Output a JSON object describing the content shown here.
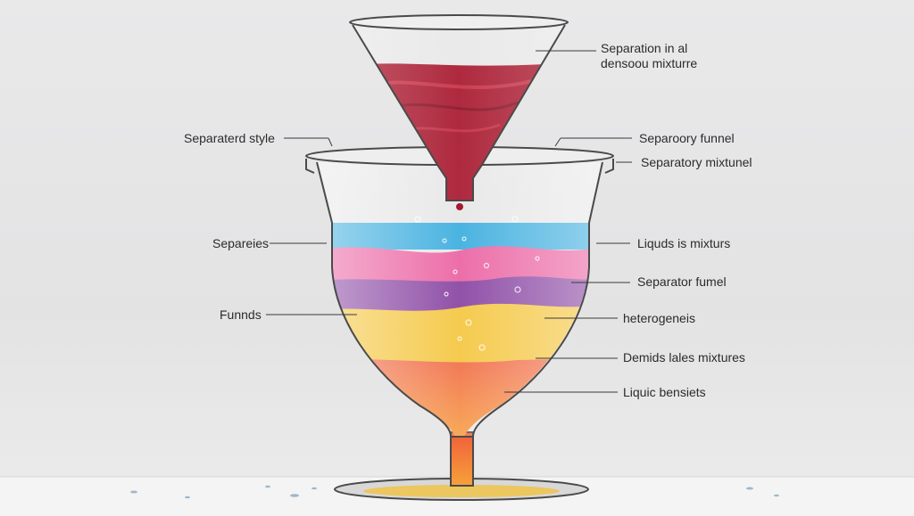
{
  "colors": {
    "background": "#e6e6e7",
    "top_liquid": "#a8182e",
    "layer_blue": "#2ba6db",
    "layer_pink": "#e9559a",
    "layer_purple": "#7d3399",
    "layer_yellow": "#f3c12f",
    "layer_orange": "#ef6e36",
    "glass_outline": "#4a4a4a"
  },
  "labels": {
    "top_right_line1": "Separation in al",
    "top_right_line2": "densoou mixturre",
    "left_style": "Separaterd style",
    "right_funnel": "Separoory funnel",
    "right_mixtunel": "Separatory mixtunel",
    "left_separeies": "Separeies",
    "right_liquds": "Liquds is mixturs",
    "right_separator": "Separator fumel",
    "left_funnds": "Funnds",
    "right_heterogeneis": "heterogeneis",
    "right_demids": "Demids lales mixtures",
    "right_liquic": "Liquic bensiets"
  }
}
